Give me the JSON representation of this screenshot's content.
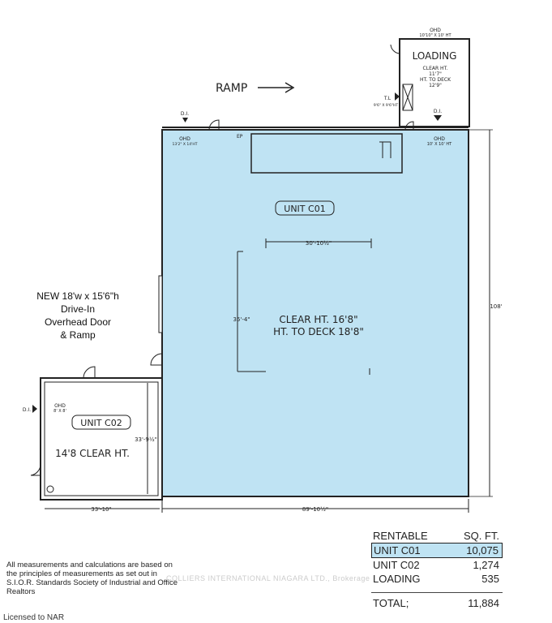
{
  "colors": {
    "unit_fill": "#bfe3f3",
    "line": "#222222"
  },
  "labels": {
    "ramp": "RAMP",
    "loading_title": "LOADING",
    "loading_clear_1": "CLEAR HT.",
    "loading_clear_2": "11'7\"",
    "loading_deck_1": "HT. TO DECK",
    "loading_deck_2": "12'9\"",
    "loading_ohd": "OHD",
    "loading_ohd_size": "10'10\" X 10' HT",
    "tl": "T.L",
    "tl_size": "9'6\" X 9'6\"HT",
    "di": "D.I.",
    "ohd": "OHD",
    "ohd_left_size": "13'2\" X 14'HT",
    "ep": "EP",
    "ohd_right_size": "10' X 10' HT",
    "unit_c01": "UNIT C01",
    "dim_width_inner": "30'-10½\"",
    "dim_height_inner": "35'-4\"",
    "clear_ht": "CLEAR HT. 16'8\"",
    "ht_to_deck": "HT. TO DECK 18'8\"",
    "dim_right": "108'",
    "dim_bottom": "89'-10½\"",
    "unit_c02": "UNIT C02",
    "c02_ohd_size": "8' X 8'",
    "c02_clear": "14'8 CLEAR HT.",
    "c02_height": "33'-9½\"",
    "c02_width": "33'-10\"",
    "new_door_1": "NEW 18'w x 15'6\"h",
    "new_door_2": "Drive-In",
    "new_door_3": "Overhead Door",
    "new_door_4": "& Ramp"
  },
  "note": "All measurements and calculations are based on the principles of measurements as set out in S.I.O.R. Standards Society of Industrial and Office Realtors",
  "watermark": "COLLIERS INTERNATIONAL NIAGARA LTD., Brokerage",
  "license": "Licensed to NAR",
  "table": {
    "headers": [
      "RENTABLE",
      "SQ. FT."
    ],
    "rows": [
      {
        "name": "UNIT C01",
        "value": "10,075",
        "highlight": true
      },
      {
        "name": "UNIT C02",
        "value": "1,274"
      },
      {
        "name": "LOADING",
        "value": "535"
      }
    ],
    "total": {
      "name": "TOTAL;",
      "value": "11,884"
    }
  }
}
